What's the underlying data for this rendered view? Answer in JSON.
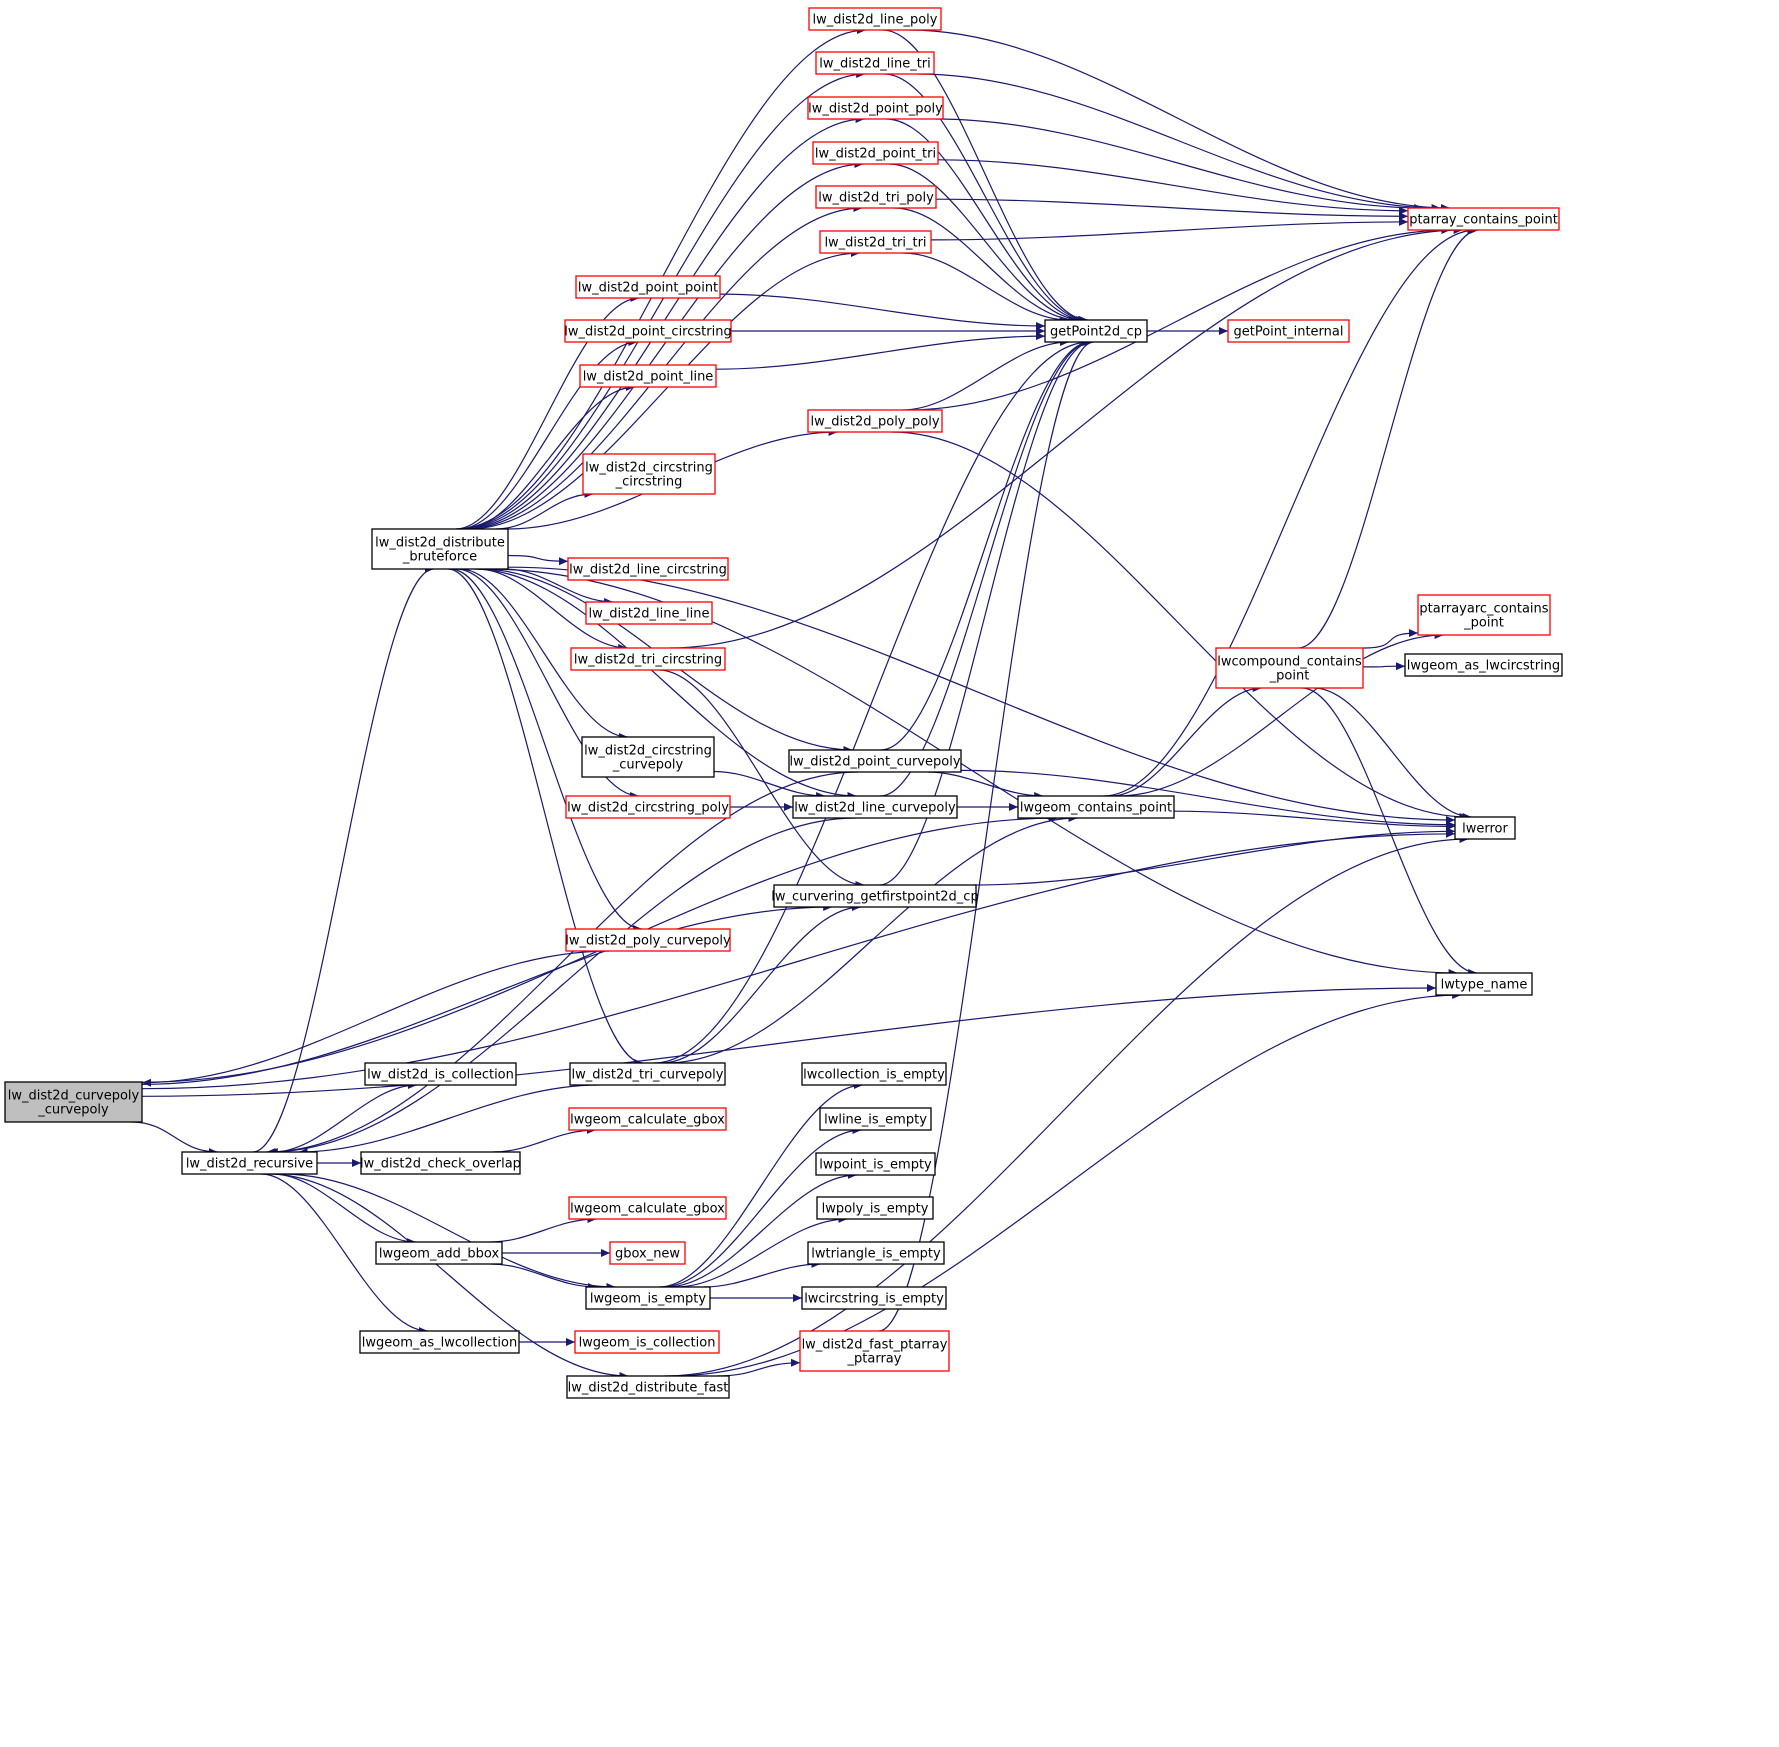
{
  "colors": {
    "edge": "#191970",
    "linked_border": "#ff0000",
    "plain_border": "#000000",
    "focus_fill": "#bfbfbf"
  },
  "nodes": [
    {
      "id": "curvepoly",
      "lines": [
        "lw_dist2d_curvepoly",
        "_curvepoly"
      ],
      "style": "focus"
    },
    {
      "id": "recursive",
      "lines": [
        "lw_dist2d_recursive"
      ],
      "style": "black"
    },
    {
      "id": "brute",
      "lines": [
        "lw_dist2d_distribute",
        "_bruteforce"
      ],
      "style": "black"
    },
    {
      "id": "line_poly",
      "lines": [
        "lw_dist2d_line_poly"
      ],
      "style": "red"
    },
    {
      "id": "line_tri",
      "lines": [
        "lw_dist2d_line_tri"
      ],
      "style": "red"
    },
    {
      "id": "point_poly",
      "lines": [
        "lw_dist2d_point_poly"
      ],
      "style": "red"
    },
    {
      "id": "point_tri",
      "lines": [
        "lw_dist2d_point_tri"
      ],
      "style": "red"
    },
    {
      "id": "tri_poly",
      "lines": [
        "lw_dist2d_tri_poly"
      ],
      "style": "red"
    },
    {
      "id": "tri_tri",
      "lines": [
        "lw_dist2d_tri_tri"
      ],
      "style": "red"
    },
    {
      "id": "point_point",
      "lines": [
        "lw_dist2d_point_point"
      ],
      "style": "red"
    },
    {
      "id": "point_circ",
      "lines": [
        "lw_dist2d_point_circstring"
      ],
      "style": "red"
    },
    {
      "id": "point_line",
      "lines": [
        "lw_dist2d_point_line"
      ],
      "style": "red"
    },
    {
      "id": "poly_poly",
      "lines": [
        "lw_dist2d_poly_poly"
      ],
      "style": "red"
    },
    {
      "id": "circ_circ",
      "lines": [
        "lw_dist2d_circstring",
        "_circstring"
      ],
      "style": "red"
    },
    {
      "id": "line_circ",
      "lines": [
        "lw_dist2d_line_circstring"
      ],
      "style": "red"
    },
    {
      "id": "line_line",
      "lines": [
        "lw_dist2d_line_line"
      ],
      "style": "red"
    },
    {
      "id": "tri_circ",
      "lines": [
        "lw_dist2d_tri_circstring"
      ],
      "style": "red"
    },
    {
      "id": "circ_curvepoly",
      "lines": [
        "lw_dist2d_circstring",
        "_curvepoly"
      ],
      "style": "black"
    },
    {
      "id": "circ_poly",
      "lines": [
        "lw_dist2d_circstring_poly"
      ],
      "style": "red"
    },
    {
      "id": "poly_curvepoly",
      "lines": [
        "lw_dist2d_poly_curvepoly"
      ],
      "style": "red"
    },
    {
      "id": "is_collection",
      "lines": [
        "lw_dist2d_is_collection"
      ],
      "style": "black"
    },
    {
      "id": "check_overlap",
      "lines": [
        "lw_dist2d_check_overlap"
      ],
      "style": "black"
    },
    {
      "id": "add_bbox",
      "lines": [
        "lwgeom_add_bbox"
      ],
      "style": "black"
    },
    {
      "id": "as_lwcoll",
      "lines": [
        "lwgeom_as_lwcollection"
      ],
      "style": "black"
    },
    {
      "id": "tri_curvepoly",
      "lines": [
        "lw_dist2d_tri_curvepoly"
      ],
      "style": "black"
    },
    {
      "id": "calc_gbox1",
      "lines": [
        "lwgeom_calculate_gbox"
      ],
      "style": "red"
    },
    {
      "id": "calc_gbox2",
      "lines": [
        "lwgeom_calculate_gbox"
      ],
      "style": "red"
    },
    {
      "id": "gbox_new",
      "lines": [
        "gbox_new"
      ],
      "style": "red"
    },
    {
      "id": "is_empty",
      "lines": [
        "lwgeom_is_empty"
      ],
      "style": "black"
    },
    {
      "id": "is_coll2",
      "lines": [
        "lwgeom_is_collection"
      ],
      "style": "red"
    },
    {
      "id": "dist_fast",
      "lines": [
        "lw_dist2d_distribute_fast"
      ],
      "style": "black"
    },
    {
      "id": "point_curvepoly",
      "lines": [
        "lw_dist2d_point_curvepoly"
      ],
      "style": "black"
    },
    {
      "id": "line_curvepoly",
      "lines": [
        "lw_dist2d_line_curvepoly"
      ],
      "style": "black"
    },
    {
      "id": "curvering",
      "lines": [
        "lw_curvering_getfirstpoint2d_cp"
      ],
      "style": "black"
    },
    {
      "id": "coll_empty",
      "lines": [
        "lwcollection_is_empty"
      ],
      "style": "black"
    },
    {
      "id": "line_empty",
      "lines": [
        "lwline_is_empty"
      ],
      "style": "black"
    },
    {
      "id": "point_empty",
      "lines": [
        "lwpoint_is_empty"
      ],
      "style": "black"
    },
    {
      "id": "poly_empty",
      "lines": [
        "lwpoly_is_empty"
      ],
      "style": "black"
    },
    {
      "id": "tri_empty",
      "lines": [
        "lwtriangle_is_empty"
      ],
      "style": "black"
    },
    {
      "id": "circ_empty",
      "lines": [
        "lwcircstring_is_empty"
      ],
      "style": "black"
    },
    {
      "id": "fast_ptarray",
      "lines": [
        "lw_dist2d_fast_ptarray",
        "_ptarray"
      ],
      "style": "red"
    },
    {
      "id": "getpoint2d",
      "lines": [
        "getPoint2d_cp"
      ],
      "style": "black"
    },
    {
      "id": "contains_point",
      "lines": [
        "lwgeom_contains_point"
      ],
      "style": "black"
    },
    {
      "id": "getpoint_internal",
      "lines": [
        "getPoint_internal"
      ],
      "style": "red"
    },
    {
      "id": "ptarray_contains",
      "lines": [
        "ptarray_contains_point"
      ],
      "style": "red"
    },
    {
      "id": "ptarrayarc",
      "lines": [
        "ptarrayarc_contains",
        "_point"
      ],
      "style": "red"
    },
    {
      "id": "lwcompound",
      "lines": [
        "lwcompound_contains",
        "_point"
      ],
      "style": "red"
    },
    {
      "id": "as_lwcirc",
      "lines": [
        "lwgeom_as_lwcircstring"
      ],
      "style": "black"
    },
    {
      "id": "lwerror",
      "lines": [
        "lwerror"
      ],
      "style": "black"
    },
    {
      "id": "lwtype_name",
      "lines": [
        "lwtype_name"
      ],
      "style": "black"
    }
  ],
  "edges": [
    [
      "curvepoly",
      "recursive"
    ],
    [
      "curvepoly",
      "curvering"
    ],
    [
      "curvepoly",
      "contains_point"
    ],
    [
      "curvepoly",
      "lwerror"
    ],
    [
      "curvepoly",
      "lwtype_name"
    ],
    [
      "recursive",
      "brute"
    ],
    [
      "recursive",
      "is_collection"
    ],
    [
      "recursive",
      "check_overlap"
    ],
    [
      "recursive",
      "add_bbox"
    ],
    [
      "recursive",
      "as_lwcoll"
    ],
    [
      "recursive",
      "is_empty"
    ],
    [
      "recursive",
      "dist_fast"
    ],
    [
      "brute",
      "line_poly"
    ],
    [
      "brute",
      "line_tri"
    ],
    [
      "brute",
      "point_poly"
    ],
    [
      "brute",
      "point_tri"
    ],
    [
      "brute",
      "tri_poly"
    ],
    [
      "brute",
      "tri_tri"
    ],
    [
      "brute",
      "point_point"
    ],
    [
      "brute",
      "point_circ"
    ],
    [
      "brute",
      "point_line"
    ],
    [
      "brute",
      "poly_poly"
    ],
    [
      "brute",
      "circ_circ"
    ],
    [
      "brute",
      "line_circ"
    ],
    [
      "brute",
      "line_line"
    ],
    [
      "brute",
      "tri_circ"
    ],
    [
      "brute",
      "circ_curvepoly"
    ],
    [
      "brute",
      "circ_poly"
    ],
    [
      "brute",
      "poly_curvepoly"
    ],
    [
      "brute",
      "tri_curvepoly"
    ],
    [
      "brute",
      "point_curvepoly"
    ],
    [
      "brute",
      "line_curvepoly"
    ],
    [
      "brute",
      "lwerror"
    ],
    [
      "brute",
      "lwtype_name"
    ],
    [
      "line_poly",
      "getpoint2d"
    ],
    [
      "line_poly",
      "ptarray_contains"
    ],
    [
      "line_tri",
      "getpoint2d"
    ],
    [
      "line_tri",
      "ptarray_contains"
    ],
    [
      "point_poly",
      "getpoint2d"
    ],
    [
      "point_poly",
      "ptarray_contains"
    ],
    [
      "point_tri",
      "getpoint2d"
    ],
    [
      "point_tri",
      "ptarray_contains"
    ],
    [
      "tri_poly",
      "getpoint2d"
    ],
    [
      "tri_poly",
      "ptarray_contains"
    ],
    [
      "tri_tri",
      "getpoint2d"
    ],
    [
      "tri_tri",
      "ptarray_contains"
    ],
    [
      "point_point",
      "getpoint2d"
    ],
    [
      "point_circ",
      "getpoint2d"
    ],
    [
      "point_line",
      "getpoint2d"
    ],
    [
      "poly_poly",
      "getpoint2d"
    ],
    [
      "poly_poly",
      "ptarray_contains"
    ],
    [
      "poly_poly",
      "lwerror"
    ],
    [
      "tri_circ",
      "ptarray_contains"
    ],
    [
      "tri_circ",
      "curvering"
    ],
    [
      "circ_curvepoly",
      "line_curvepoly"
    ],
    [
      "circ_poly",
      "line_curvepoly"
    ],
    [
      "poly_curvepoly",
      "curvepoly"
    ],
    [
      "tri_curvepoly",
      "recursive"
    ],
    [
      "tri_curvepoly",
      "getpoint2d"
    ],
    [
      "tri_curvepoly",
      "contains_point"
    ],
    [
      "tri_curvepoly",
      "curvering"
    ],
    [
      "check_overlap",
      "calc_gbox1"
    ],
    [
      "add_bbox",
      "calc_gbox2"
    ],
    [
      "add_bbox",
      "gbox_new"
    ],
    [
      "add_bbox",
      "is_empty"
    ],
    [
      "as_lwcoll",
      "is_coll2"
    ],
    [
      "is_empty",
      "coll_empty"
    ],
    [
      "is_empty",
      "line_empty"
    ],
    [
      "is_empty",
      "point_empty"
    ],
    [
      "is_empty",
      "poly_empty"
    ],
    [
      "is_empty",
      "tri_empty"
    ],
    [
      "is_empty",
      "circ_empty"
    ],
    [
      "dist_fast",
      "fast_ptarray"
    ],
    [
      "dist_fast",
      "lwerror"
    ],
    [
      "dist_fast",
      "lwtype_name"
    ],
    [
      "fast_ptarray",
      "getpoint2d"
    ],
    [
      "point_curvepoly",
      "getpoint2d"
    ],
    [
      "point_curvepoly",
      "contains_point"
    ],
    [
      "point_curvepoly",
      "lwerror"
    ],
    [
      "point_curvepoly",
      "recursive"
    ],
    [
      "line_curvepoly",
      "contains_point"
    ],
    [
      "line_curvepoly",
      "getpoint2d"
    ],
    [
      "line_curvepoly",
      "recursive"
    ],
    [
      "curvering",
      "getpoint2d"
    ],
    [
      "curvering",
      "lwerror"
    ],
    [
      "getpoint2d",
      "getpoint_internal"
    ],
    [
      "contains_point",
      "ptarrayarc"
    ],
    [
      "contains_point",
      "lwcompound"
    ],
    [
      "contains_point",
      "lwerror"
    ],
    [
      "contains_point",
      "ptarray_contains"
    ],
    [
      "lwcompound",
      "ptarrayarc"
    ],
    [
      "lwcompound",
      "as_lwcirc"
    ],
    [
      "lwcompound",
      "lwerror"
    ],
    [
      "lwcompound",
      "lwtype_name"
    ],
    [
      "lwcompound",
      "ptarray_contains"
    ]
  ]
}
